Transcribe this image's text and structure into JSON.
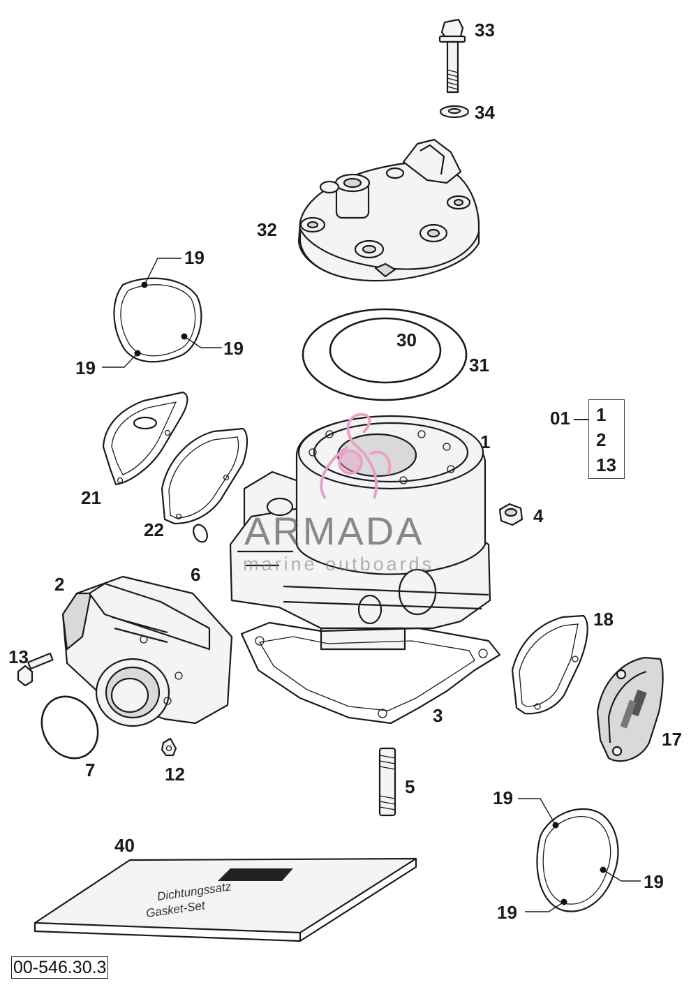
{
  "document_ref": "00-546.30.3",
  "kit": {
    "label": "01",
    "items": [
      "1",
      "2",
      "13"
    ]
  },
  "watermark": {
    "brand": "ARMADA",
    "tagline": "marine outboards",
    "logo_color": "#e8a0c8"
  },
  "manual": {
    "line1": "Dichtungssatz",
    "line2": "Gasket-Set"
  },
  "callouts": {
    "p33": "33",
    "p34": "34",
    "p32": "32",
    "p19_a": "19",
    "p19_b": "19",
    "p19_c": "19",
    "p30": "30",
    "p31": "31",
    "p1": "1",
    "p21": "21",
    "p22": "22",
    "p4": "4",
    "p6": "6",
    "p2": "2",
    "p18": "18",
    "p13": "13",
    "p3": "3",
    "p17": "17",
    "p7": "7",
    "p12": "12",
    "p5": "5",
    "p19_d": "19",
    "p40": "40",
    "p19_e": "19",
    "p19_f": "19"
  }
}
